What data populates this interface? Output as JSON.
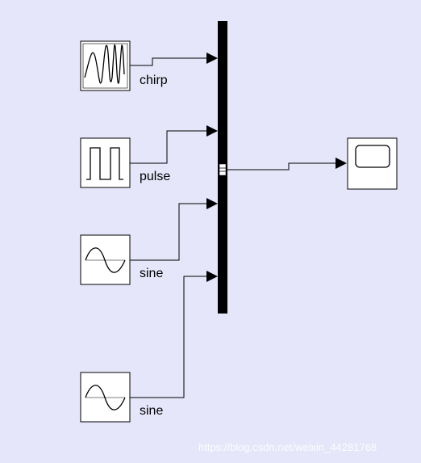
{
  "diagram": {
    "blocks": [
      {
        "id": "chirp",
        "label": "chirp",
        "icon": "chirp-icon"
      },
      {
        "id": "pulse",
        "label": "pulse",
        "icon": "pulse-icon"
      },
      {
        "id": "sine1",
        "label": "sine",
        "icon": "sine-wave-icon"
      },
      {
        "id": "sine2",
        "label": "sine",
        "icon": "sine-wave-icon"
      },
      {
        "id": "mux",
        "label": "",
        "icon": "mux-bar"
      },
      {
        "id": "scope",
        "label": "",
        "icon": "scope-icon"
      }
    ],
    "connections": [
      {
        "from": "chirp",
        "to": "mux"
      },
      {
        "from": "pulse",
        "to": "mux"
      },
      {
        "from": "sine1",
        "to": "mux"
      },
      {
        "from": "sine2",
        "to": "mux"
      },
      {
        "from": "mux",
        "to": "scope"
      }
    ]
  },
  "watermark": "https://blog.csdn.net/weixin_44281768",
  "colors": {
    "background": "#e6e6fa",
    "block_fill": "#ffffff",
    "line": "#000000"
  }
}
